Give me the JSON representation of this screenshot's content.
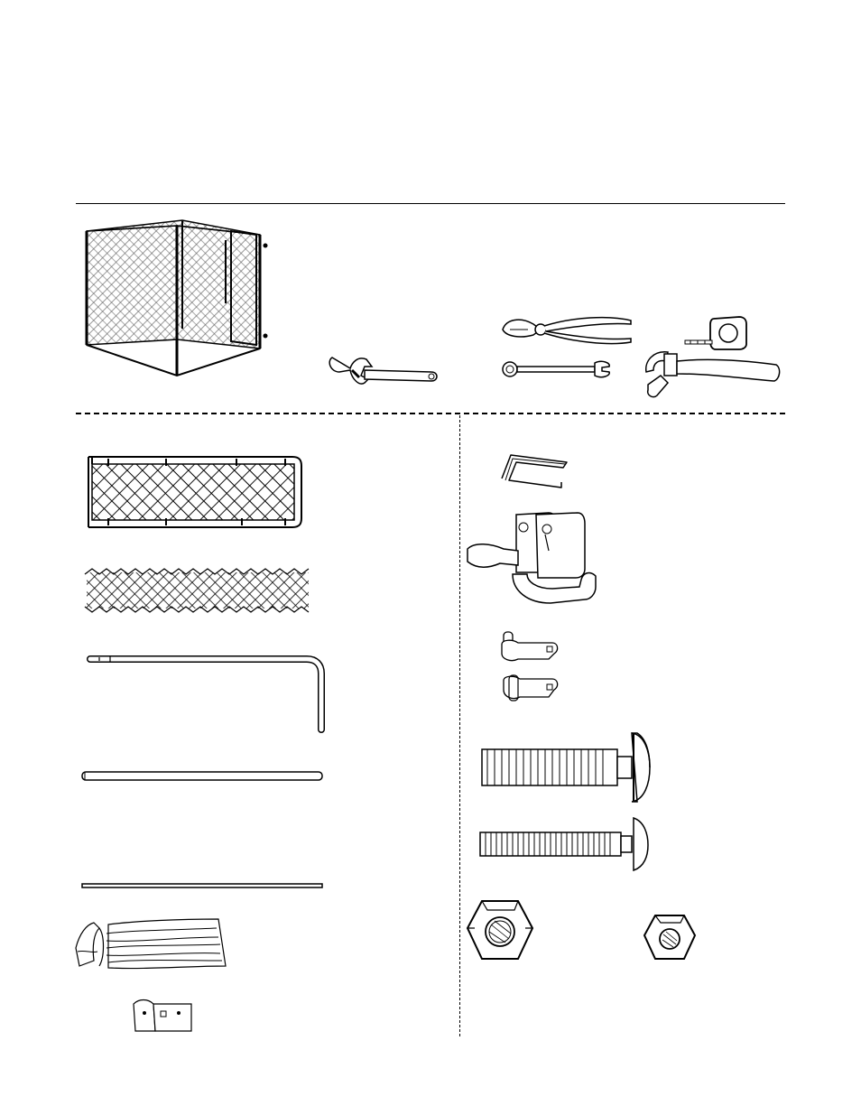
{
  "page": {
    "title": "",
    "sections": [
      "assembled-kennel",
      "tools-required",
      "panels-and-rods",
      "hardware"
    ]
  },
  "figures": {
    "kennel": "assembled-kennel-illustration",
    "tools": [
      "adjustable-wrench-icon",
      "pliers-icon",
      "combination-wrench-icon",
      "tape-measure-icon",
      "hammer-icon"
    ],
    "panels": [
      "gate-panel-illustration",
      "chain-link-roll-illustration",
      "bent-corner-rod-illustration",
      "straight-rail-illustration",
      "tension-bar-illustration",
      "tie-wires-bundle-illustration",
      "strap-bracket-illustration"
    ],
    "hardware": [
      "wire-hook-clip-illustration",
      "gate-latch-assembly-illustration",
      "hinge-clamp-illustration",
      "carriage-bolt-large-illustration",
      "carriage-bolt-small-illustration",
      "hex-nut-large-illustration",
      "hex-nut-small-illustration"
    ]
  }
}
